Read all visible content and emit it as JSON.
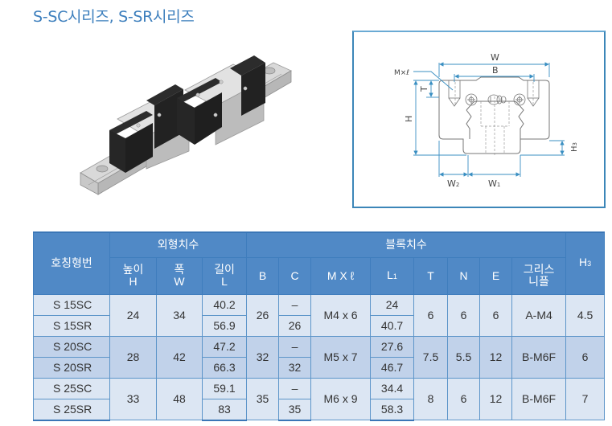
{
  "title": "S-SC시리즈, S-SR시리즈",
  "product_image": {
    "alt": "linear-guide-rail-with-two-blocks"
  },
  "diagram": {
    "labels": {
      "W": "W",
      "B": "B",
      "M_l": "M×ℓ",
      "T": "T",
      "H": "H",
      "H3": "H3",
      "W2": "W2",
      "W1": "W1"
    }
  },
  "table": {
    "group_headers": {
      "name": "호칭형번",
      "outer": "외형치수",
      "block": "블록치수",
      "h3": "H",
      "h3_sub": "3"
    },
    "sub_headers": {
      "height": {
        "line1": "높이",
        "line2": "H"
      },
      "width": {
        "line1": "폭",
        "line2": "W"
      },
      "length": {
        "line1": "길이",
        "line2": "L"
      },
      "B": "B",
      "C": "C",
      "Ml": "M X ℓ",
      "L1": "L",
      "L1_sub": "1",
      "T": "T",
      "N": "N",
      "E": "E",
      "grease": {
        "line1": "그리스",
        "line2": "니플"
      }
    },
    "groups": [
      {
        "H": "24",
        "W": "34",
        "B": "26",
        "Ml": "M4 x 6",
        "T": "6",
        "N": "6",
        "E": "6",
        "grease": "A-M4",
        "H3": "4.5",
        "rows": [
          {
            "name": "S 15SC",
            "L": "40.2",
            "C": "–",
            "L1": "24"
          },
          {
            "name": "S 15SR",
            "L": "56.9",
            "C": "26",
            "L1": "40.7"
          }
        ]
      },
      {
        "H": "28",
        "W": "42",
        "B": "32",
        "Ml": "M5 x 7",
        "T": "7.5",
        "N": "5.5",
        "E": "12",
        "grease": "B-M6F",
        "H3": "6",
        "rows": [
          {
            "name": "S 20SC",
            "L": "47.2",
            "C": "–",
            "L1": "27.6"
          },
          {
            "name": "S 20SR",
            "L": "66.3",
            "C": "32",
            "L1": "46.7"
          }
        ]
      },
      {
        "H": "33",
        "W": "48",
        "B": "35",
        "Ml": "M6 x 9",
        "T": "8",
        "N": "6",
        "E": "12",
        "grease": "B-M6F",
        "H3": "7",
        "rows": [
          {
            "name": "S 25SC",
            "L": "59.1",
            "C": "–",
            "L1": "34.4"
          },
          {
            "name": "S 25SR",
            "L": "83",
            "C": "35",
            "L1": "58.3"
          }
        ]
      }
    ]
  }
}
